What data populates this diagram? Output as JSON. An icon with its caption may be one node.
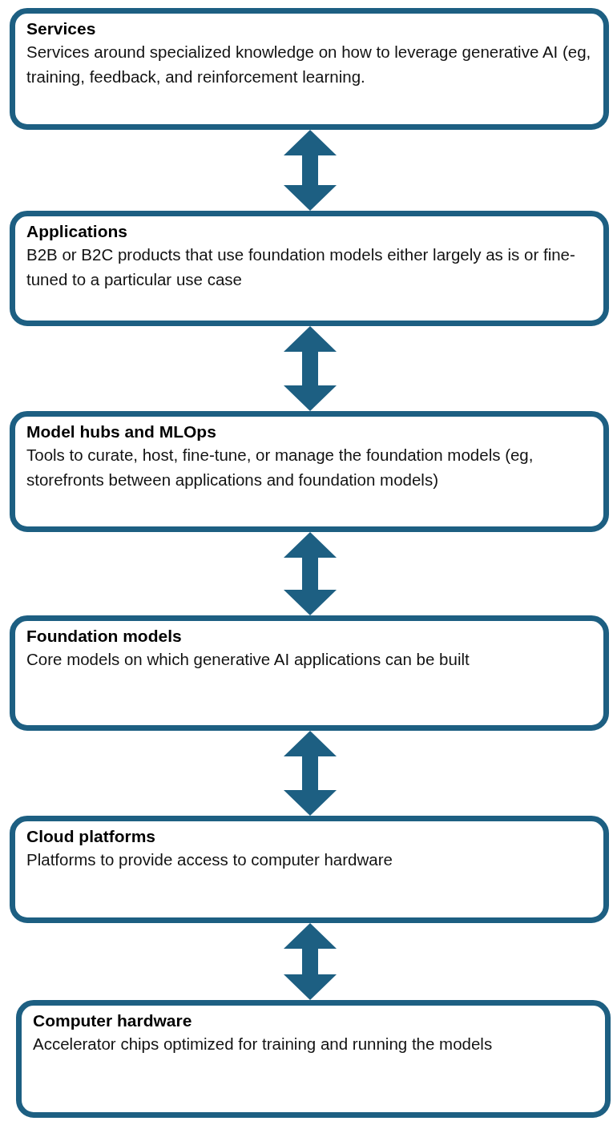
{
  "diagram": {
    "nodes": [
      {
        "text": [
          "Services",
          "Services around specialized knowledge on how to leverage generative AI (eg, training, feedback, and reinforcement learning."
        ]
      },
      {
        "text": [
          "Applications",
          "B2B or B2C products that use foundation models either largely as is or fine-tuned to a particular use case"
        ]
      },
      {
        "text": [
          "Model hubs and MLOps",
          "Tools to curate, host, fine-tune, or manage the foundation models (eg, storefronts between applications and foundation models)"
        ]
      },
      {
        "text": [
          "Foundation models",
          "Core models on which generative AI applications can be built"
        ]
      },
      {
        "text": [
          "Cloud platforms",
          "Platforms to provide access to computer hardware"
        ]
      },
      {
        "text": [
          "Computer hardware",
          "Accelerator chips optimized for training and running the models"
        ]
      }
    ],
    "edges": [
      {
        "from": 0,
        "to": 1,
        "arrow": "both"
      },
      {
        "from": 1,
        "to": 2,
        "arrow": "both"
      },
      {
        "from": 2,
        "to": 3,
        "arrow": "both"
      },
      {
        "from": 3,
        "to": 4,
        "arrow": "both"
      },
      {
        "from": 4,
        "to": 5,
        "arrow": "both"
      }
    ]
  }
}
